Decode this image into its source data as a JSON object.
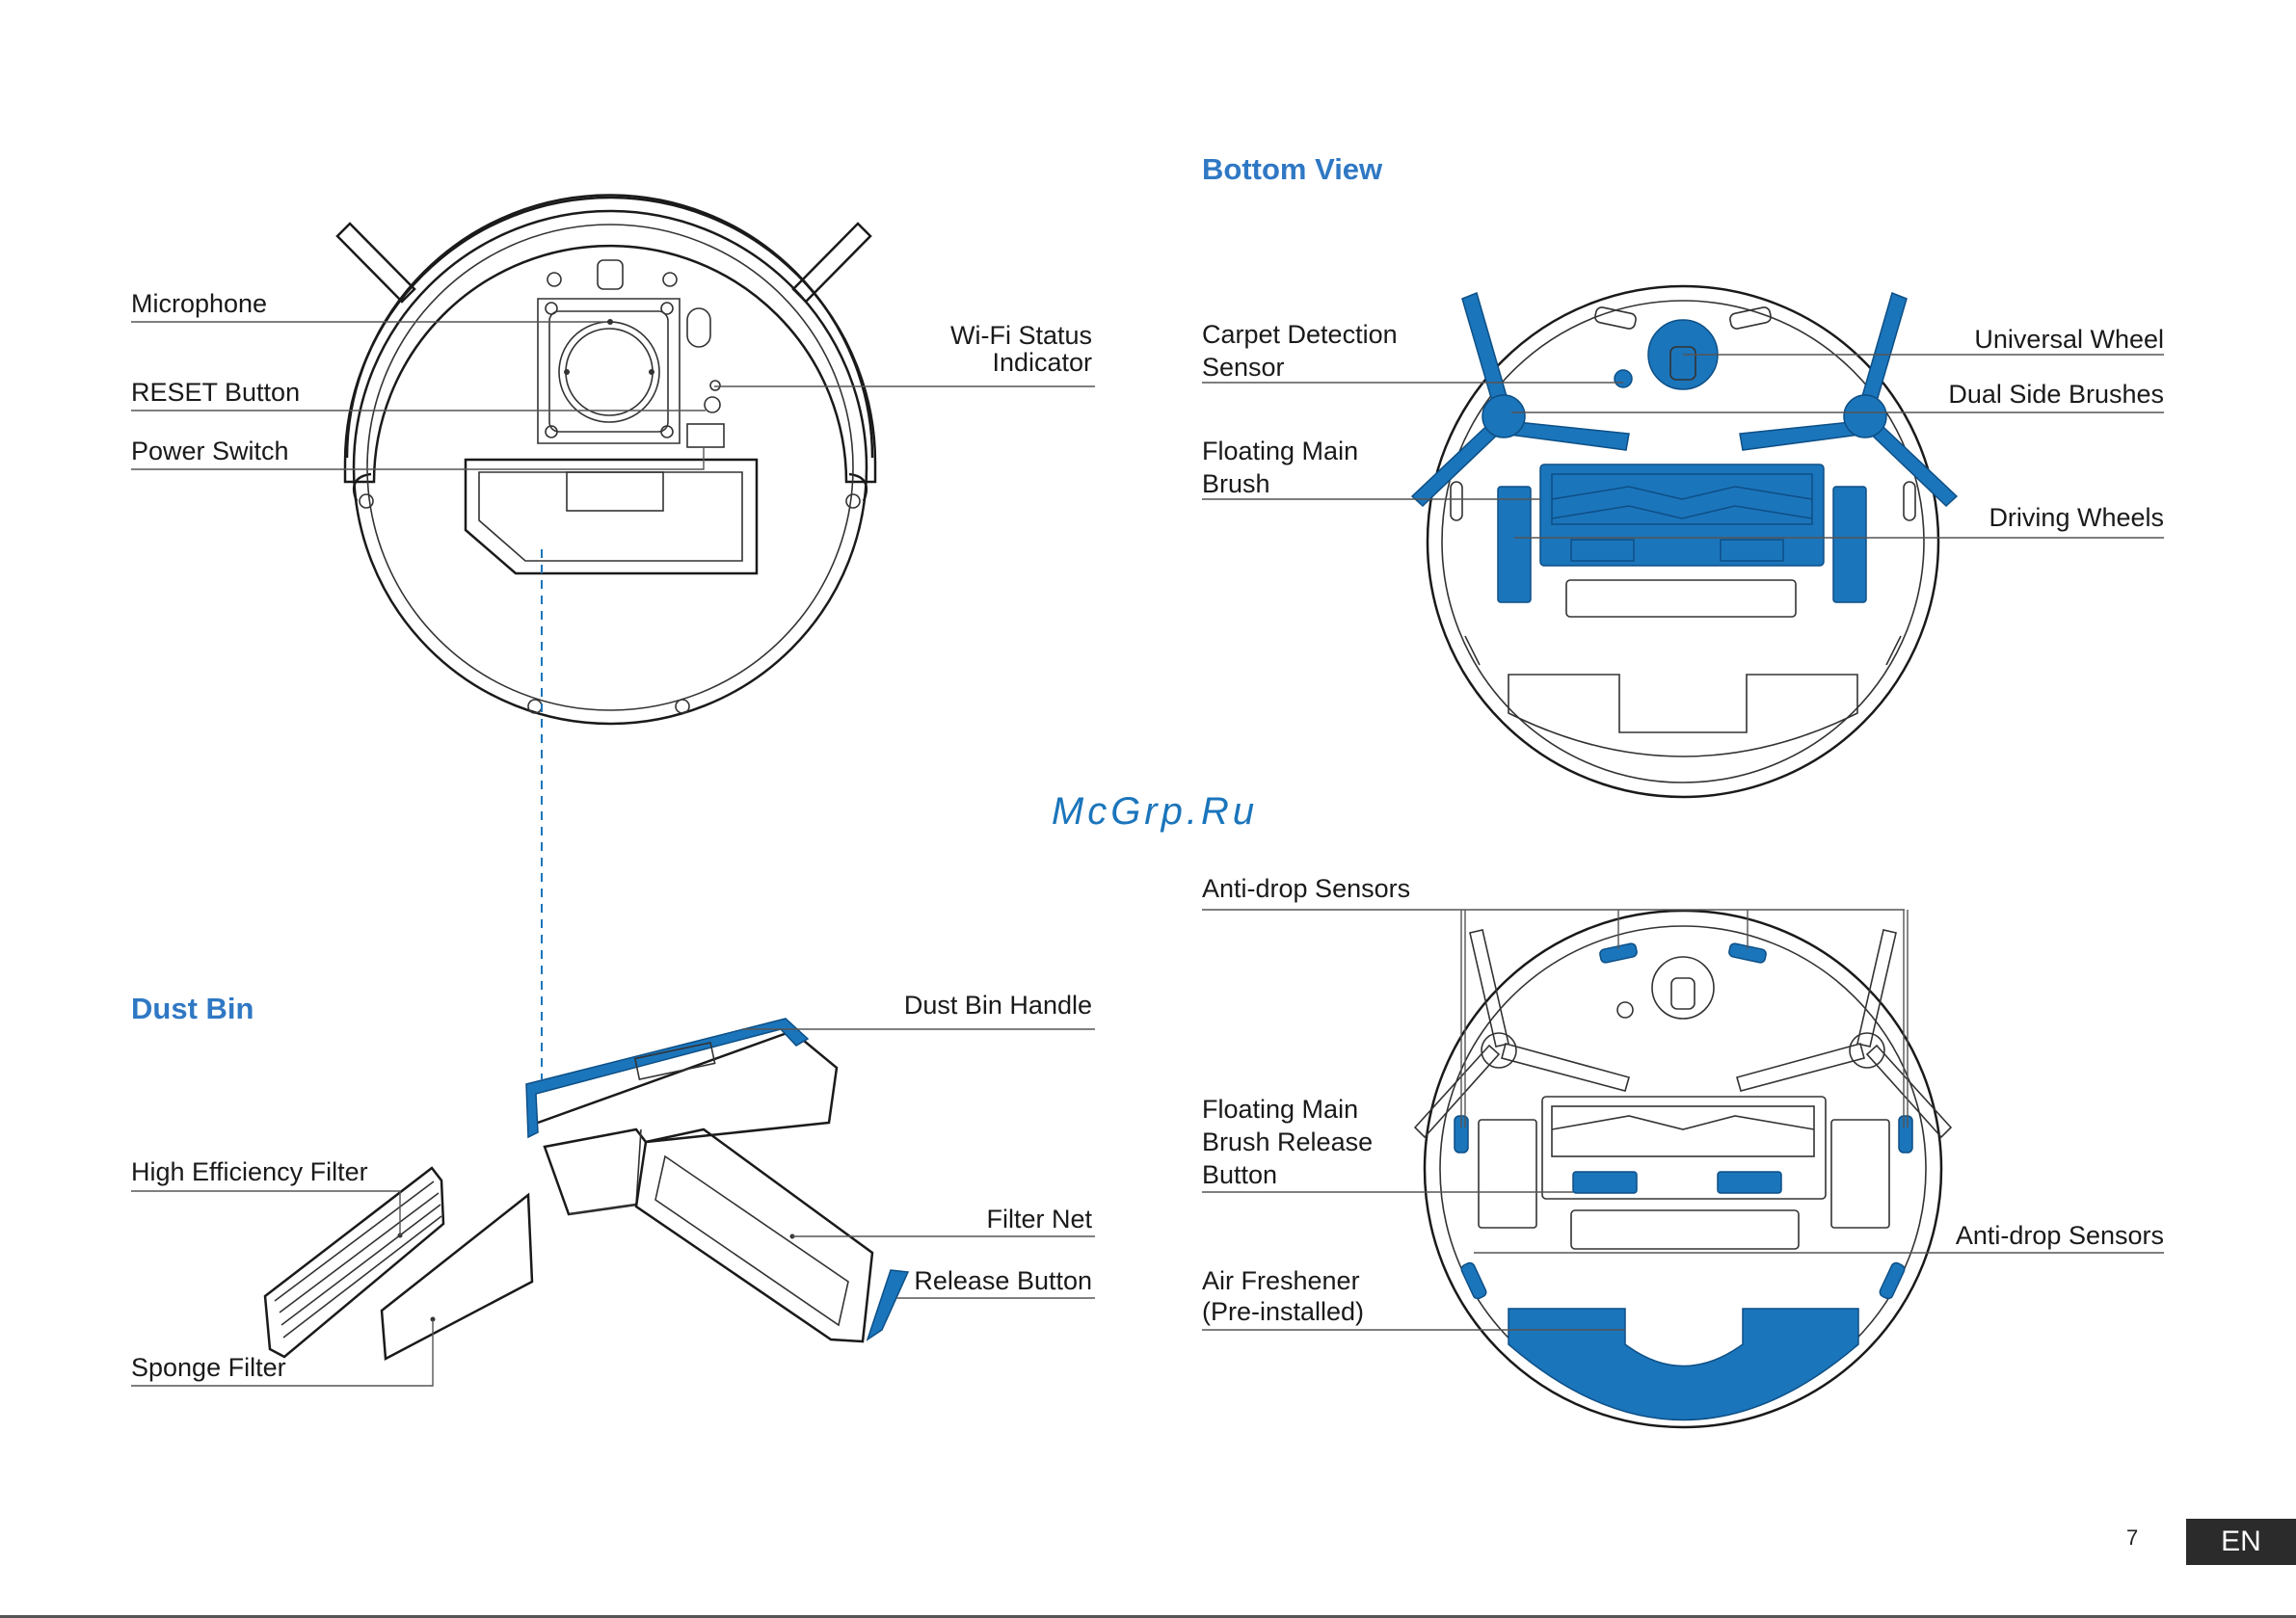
{
  "top_view": {
    "labels": {
      "microphone": "Microphone",
      "reset_button": "RESET Button",
      "power_switch": "Power Switch",
      "wifi_line1": "Wi-Fi Status",
      "wifi_line2": "Indicator"
    }
  },
  "bottom_view": {
    "heading": "Bottom View",
    "labels": {
      "carpet_line1": "Carpet Detection",
      "carpet_line2": "Sensor",
      "floating_line1": "Floating Main",
      "floating_line2": "Brush",
      "universal_wheel": "Universal Wheel",
      "dual_side_brushes": "Dual Side Brushes",
      "driving_wheels": "Driving Wheels"
    }
  },
  "sensor_view": {
    "labels": {
      "anti_drop_top": "Anti-drop Sensors",
      "release_line1": "Floating Main",
      "release_line2": "Brush Release",
      "release_line3": "Button",
      "anti_drop_right": "Anti-drop Sensors",
      "freshener_line1": "Air Freshener",
      "freshener_line2": "(Pre-installed)"
    }
  },
  "dust_bin": {
    "heading": "Dust Bin",
    "labels": {
      "handle": "Dust Bin Handle",
      "hepa": "High Efficiency Filter",
      "filter_net": "Filter Net",
      "release_button": "Release Button",
      "sponge": "Sponge Filter"
    }
  },
  "watermark": "McGrp.Ru",
  "footer": {
    "page_number": "7",
    "language": "EN"
  },
  "colors": {
    "accent": "#1b75bb",
    "heading": "#2f78c4",
    "badge": "#2b2b2b"
  }
}
